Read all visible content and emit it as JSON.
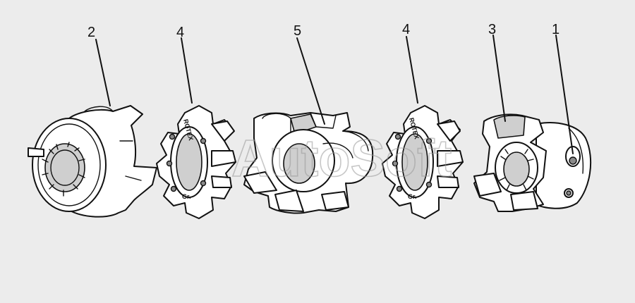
{
  "callouts": [
    {
      "id": "hub-left",
      "label": "2"
    },
    {
      "id": "spider-left",
      "label": "4"
    },
    {
      "id": "spacer-center",
      "label": "5"
    },
    {
      "id": "spider-right",
      "label": "4"
    },
    {
      "id": "hub-right",
      "label": "3"
    },
    {
      "id": "clamp-screw",
      "label": "1"
    }
  ],
  "spider_marking": "ROTEX",
  "watermark": "AutoSoft",
  "colors": {
    "background": "#ececec",
    "line": "#111111",
    "face": "#ffffff",
    "watermark": "#9a9a9a"
  }
}
